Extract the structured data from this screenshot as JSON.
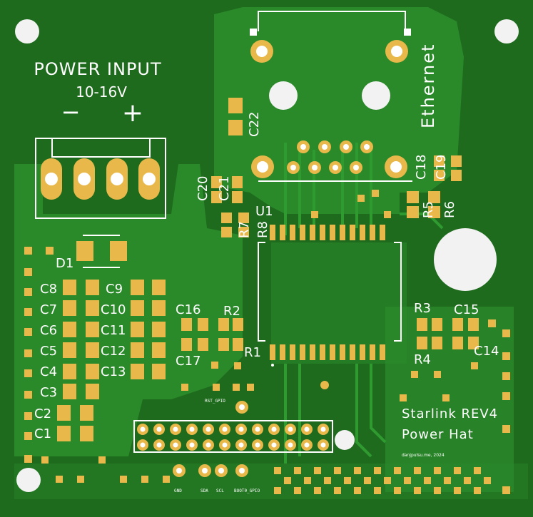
{
  "board": {
    "power_input_label": "POWER INPUT",
    "voltage_label": "10-16V",
    "minus_symbol": "−",
    "plus_symbol": "+",
    "ethernet_label": "Ethernet",
    "title_line1": "Starlink REV4",
    "title_line2": "Power Hat",
    "credit": "danjpulsu.me, 2024",
    "colors": {
      "board": "#1e6b1e",
      "copper": "#2a8a2a",
      "pad": "#e8b84a",
      "silk": "#ffffff",
      "hole": "#f2f2f2"
    }
  },
  "refs": {
    "U1": "U1",
    "D1": "D1",
    "R1": "R1",
    "R2": "R2",
    "R3": "R3",
    "R4": "R4",
    "R5": "R5",
    "R6": "R6",
    "R7": "R7",
    "R8": "R8",
    "C1": "C1",
    "C2": "C2",
    "C3": "C3",
    "C4": "C4",
    "C5": "C5",
    "C6": "C6",
    "C7": "C7",
    "C8": "C8",
    "C9": "C9",
    "C10": "C10",
    "C11": "C11",
    "C12": "C12",
    "C13": "C13",
    "C14": "C14",
    "C15": "C15",
    "C16": "C16",
    "C17": "C17",
    "C18": "C18",
    "C19": "C19",
    "C20": "C20",
    "C21": "C21",
    "C22": "C22"
  },
  "pins": {
    "rst": "RST_GPIO",
    "gnd": "GND",
    "sda": "SDA",
    "scl": "SCL",
    "boot": "BOOT0_GPIO"
  }
}
